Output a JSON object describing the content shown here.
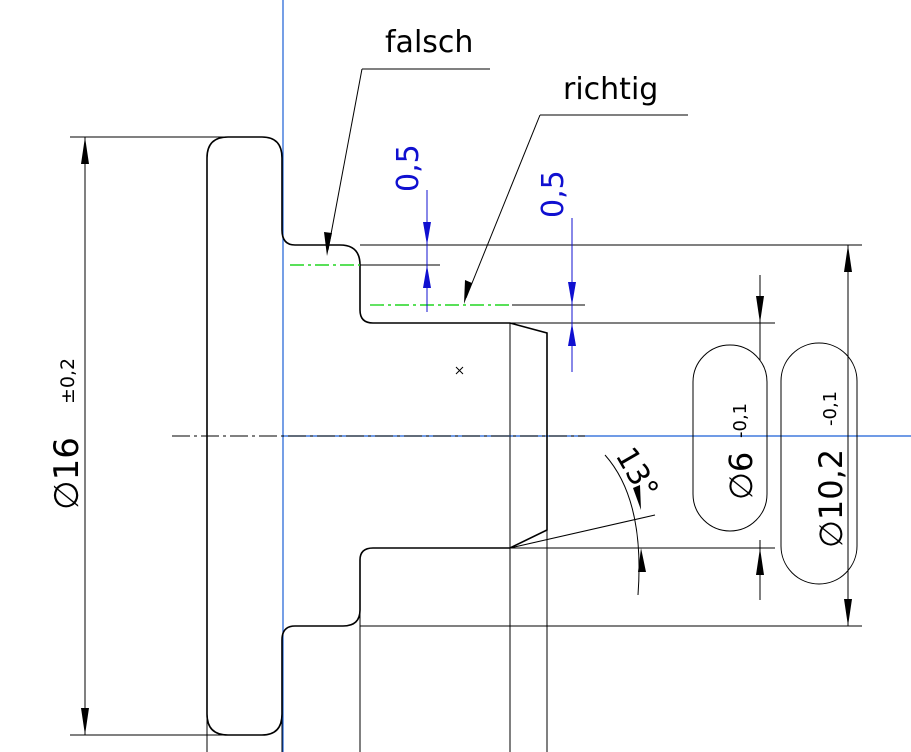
{
  "labels": {
    "falsch": "falsch",
    "richtig": "richtig"
  },
  "dimensions": {
    "wrong_step_value": "0,5",
    "right_step_value": "0,5",
    "overall_diameter": "∅16",
    "overall_tolerance": "±0,2",
    "inner_diameter": "∅6",
    "inner_tolerance": "-0,1",
    "step_diameter": "∅10,2",
    "step_tolerance": "-0,1",
    "chamfer_angle": "13°"
  },
  "colors": {
    "outline": "#000000",
    "axis_blue": "#1a5fd6",
    "dim_blue": "#1010d0",
    "reference_green": "#22d622"
  }
}
